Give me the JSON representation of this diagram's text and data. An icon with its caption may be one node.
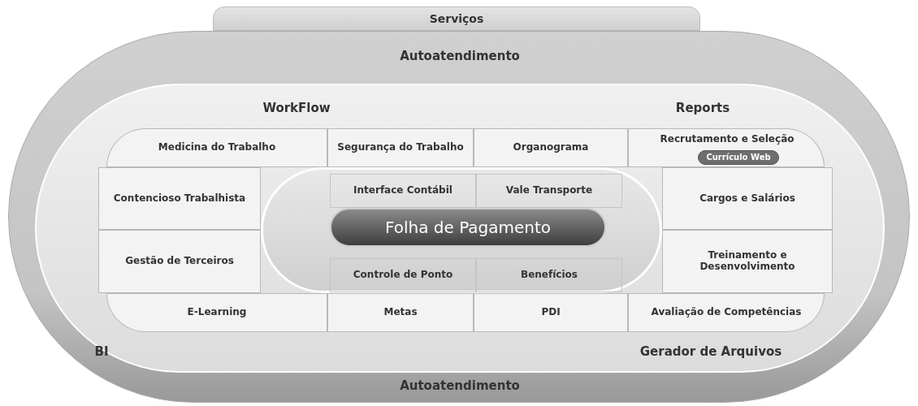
{
  "diagram": {
    "nodes": [
      {
        "text": [
          "Serviços"
        ]
      },
      {
        "text": [
          "Autoatendimento",
          "Autoatendimento"
        ]
      },
      {
        "text": [
          "WorkFlow",
          "Reports",
          "BI",
          "Gerador de Arquivos"
        ],
        "in": 1
      },
      {
        "text": [
          "Medicina do Trabalho"
        ],
        "in": 2
      },
      {
        "text": [
          "Segurança do Trabalho"
        ],
        "in": 2
      },
      {
        "text": [
          "Organograma"
        ],
        "in": 2
      },
      {
        "text": [
          "Recrutamento e Seleção"
        ],
        "in": 2
      },
      {
        "text": [
          "Currículo Web"
        ],
        "in": 6
      },
      {
        "text": [
          "Contencioso Trabalhista"
        ],
        "in": 2
      },
      {
        "text": [],
        "shape": "box",
        "in": 2
      },
      {
        "text": [
          "Interface Contábil"
        ],
        "in": 9
      },
      {
        "text": [
          "Vale Transporte"
        ],
        "in": 9
      },
      {
        "text": [
          "Folha de Pagamento"
        ],
        "in": 9
      },
      {
        "text": [
          "Controle de Ponto"
        ],
        "in": 9
      },
      {
        "text": [
          "Benefícios"
        ],
        "in": 9
      },
      {
        "text": [
          "Cargos e Salários"
        ],
        "in": 2
      },
      {
        "text": [
          "Gestão de Terceiros"
        ],
        "in": 2
      },
      {
        "text": [
          "Treinamento e Desenvolvimento"
        ],
        "in": 2
      },
      {
        "text": [
          "E-Learning"
        ],
        "in": 2
      },
      {
        "text": [
          "Metas"
        ],
        "in": 2
      },
      {
        "text": [
          "PDI"
        ],
        "in": 2
      },
      {
        "text": [
          "Avaliação de Competências"
        ],
        "in": 2
      }
    ]
  }
}
